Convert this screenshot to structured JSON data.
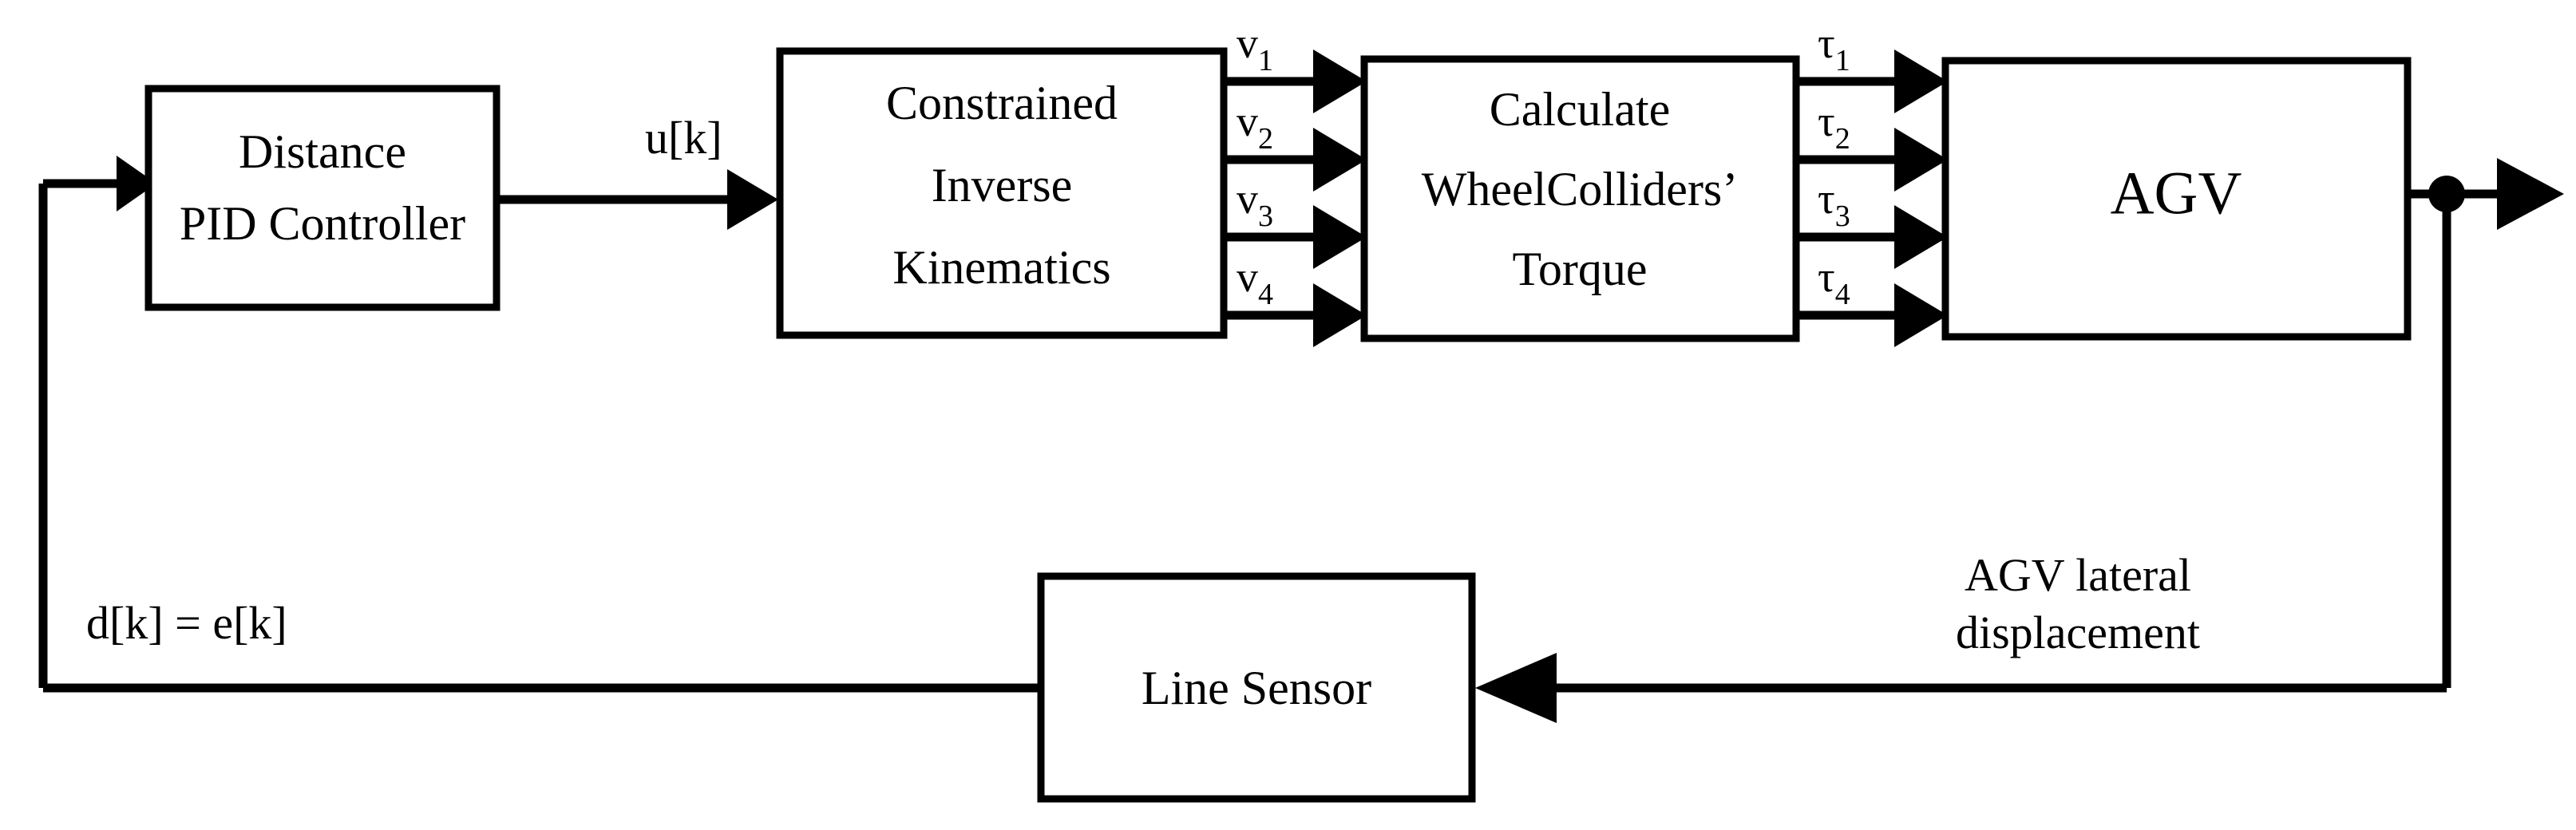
{
  "diagram": {
    "title": "AGV line-following closed-loop control block diagram",
    "type": "control-block-diagram",
    "background_color": "#ffffff",
    "line_color": "#000000",
    "blocks": [
      {
        "id": "pid",
        "label_line1": "Distance",
        "label_line2": "PID Controller",
        "label_line3": ""
      },
      {
        "id": "cik",
        "label_line1": "Constrained",
        "label_line2": "Inverse",
        "label_line3": "Kinematics"
      },
      {
        "id": "torque",
        "label_line1": "Calculate",
        "label_line2": "WheelColliders’",
        "label_line3": "Torque"
      },
      {
        "id": "agv",
        "label_line1": "AGV",
        "label_line2": "",
        "label_line3": ""
      },
      {
        "id": "linesensor",
        "label_line1": "Line Sensor",
        "label_line2": "",
        "label_line3": ""
      }
    ],
    "signals": {
      "controller_output": "u[k]",
      "error": "d[k] = e[k]",
      "feedback_line1": "AGV lateral",
      "feedback_line2": "displacement",
      "velocities": [
        {
          "base": "v",
          "sub": "1"
        },
        {
          "base": "v",
          "sub": "2"
        },
        {
          "base": "v",
          "sub": "3"
        },
        {
          "base": "v",
          "sub": "4"
        }
      ],
      "torques": [
        {
          "base": "τ",
          "sub": "1"
        },
        {
          "base": "τ",
          "sub": "2"
        },
        {
          "base": "τ",
          "sub": "3"
        },
        {
          "base": "τ",
          "sub": "4"
        }
      ]
    }
  }
}
